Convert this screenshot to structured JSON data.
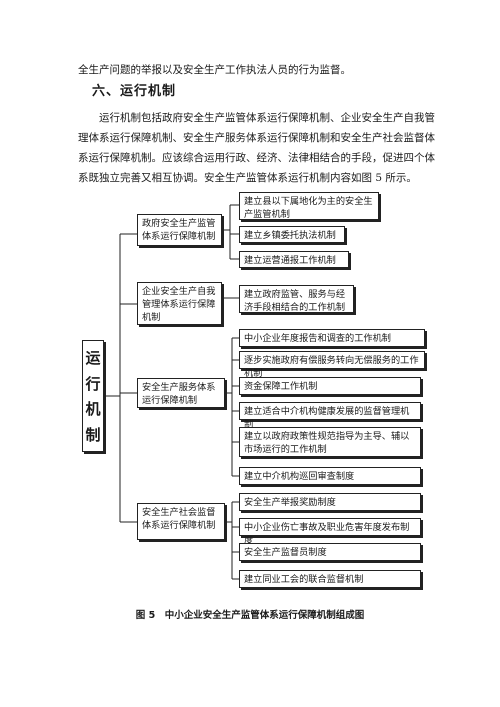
{
  "text": {
    "para1": "全生产问题的举报以及安全生产工作执法人员的行为监督。",
    "heading": "六、运行机制",
    "para2": "运行机制包括政府安全生产监管体系运行保障机制、企业安全生产自我管理体系运行保障机制、安全生产服务体系运行保障机制和安全生产社会监督体系运行保障机制。应该综合运用行政、经济、法律相结合的手段，促进四个体系既独立完善又相互协调。安全生产监管体系运行机制内容如图 5 所示。",
    "caption": "图 5　中小企业安全生产监管体系运行保障机制组成图"
  },
  "diagram": {
    "root_chars": [
      "运",
      "行",
      "机",
      "制"
    ],
    "branches": [
      {
        "label": "政府安全生产监管体系运行保障机制",
        "items": [
          "建立县以下属地化为主的安全生产监管机制",
          "建立乡镇委托执法机制",
          "建立运营通报工作机制"
        ]
      },
      {
        "label": "企业安全生产自我管理体系运行保障机制",
        "items": [
          "建立政府监管、服务与经济手段相结合的工作机制"
        ]
      },
      {
        "label": "安全生产服务体系运行保障机制",
        "items": [
          "中小企业年度报告和调查的工作机制",
          "逐步实施政府有偿服务转向无偿服务的工作机制",
          "资金保障工作机制",
          "建立适合中介机构健康发展的监督管理机制",
          "建立以政府政策性规范指导为主导、辅以市场运行的工作机制",
          "建立中介机构巡回审查制度"
        ]
      },
      {
        "label": "安全生产社会监督体系运行保障机制",
        "items": [
          "安全生产举报奖励制度",
          "中小企业伤亡事故及职业危害年度发布制度",
          "安全生产监督员制度",
          "建立同业工会的联合监督机制"
        ]
      }
    ]
  }
}
